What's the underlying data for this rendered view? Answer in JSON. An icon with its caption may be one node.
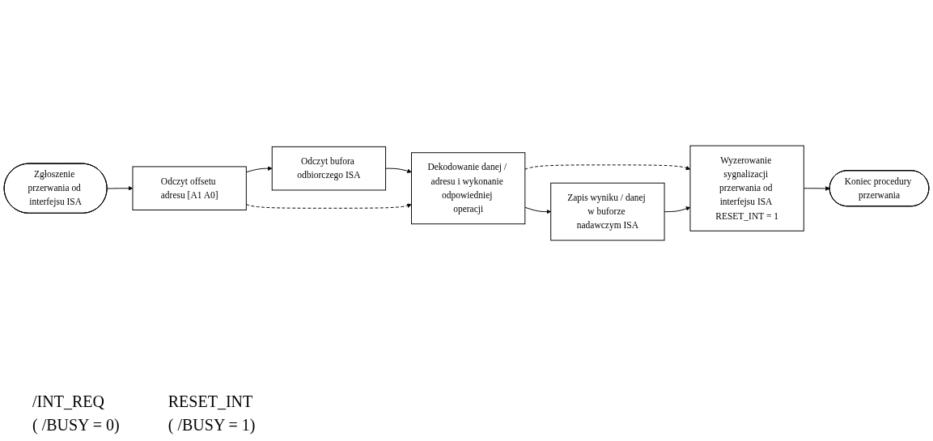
{
  "diagram": {
    "nodes": [
      {
        "text": [
          "Zgłoszenie przerwania od interfejsu ISA"
        ]
      },
      {
        "text": [
          "Odczyt offsetu adresu [A1 A0]"
        ]
      },
      {
        "text": [
          "Odczyt bufora odbiorczego ISA"
        ]
      },
      {
        "text": [
          "Dekodowanie danej / adresu i wykonanie odpowiedniej operacji"
        ]
      },
      {
        "text": [
          "Zapis wyniku / danej w buforze nadawczym ISA"
        ]
      },
      {
        "text": [
          "Wyzerowanie sygnalizacji przerwania od interfejsu ISA RESET_INT = 1"
        ]
      },
      {
        "text": [
          "Koniec procedury przerwania"
        ]
      }
    ],
    "edges": [
      {
        "from": 0,
        "to": 1,
        "arrow": "to"
      },
      {
        "from": 1,
        "to": 2,
        "arrow": "to"
      },
      {
        "from": 2,
        "to": 3,
        "arrow": "to"
      },
      {
        "from": 1,
        "to": 3,
        "arrow": "to",
        "style": "dashed"
      },
      {
        "from": 3,
        "to": 4,
        "arrow": "to"
      },
      {
        "from": 3,
        "to": 5,
        "arrow": "to",
        "style": "dashed"
      },
      {
        "from": 4,
        "to": 5,
        "arrow": "to"
      },
      {
        "from": 5,
        "to": 6,
        "arrow": "to"
      }
    ],
    "labels": [
      "/INT_REQ",
      "( /BUSY = 0)",
      "RESET_INT",
      "( /BUSY = 1)"
    ]
  }
}
